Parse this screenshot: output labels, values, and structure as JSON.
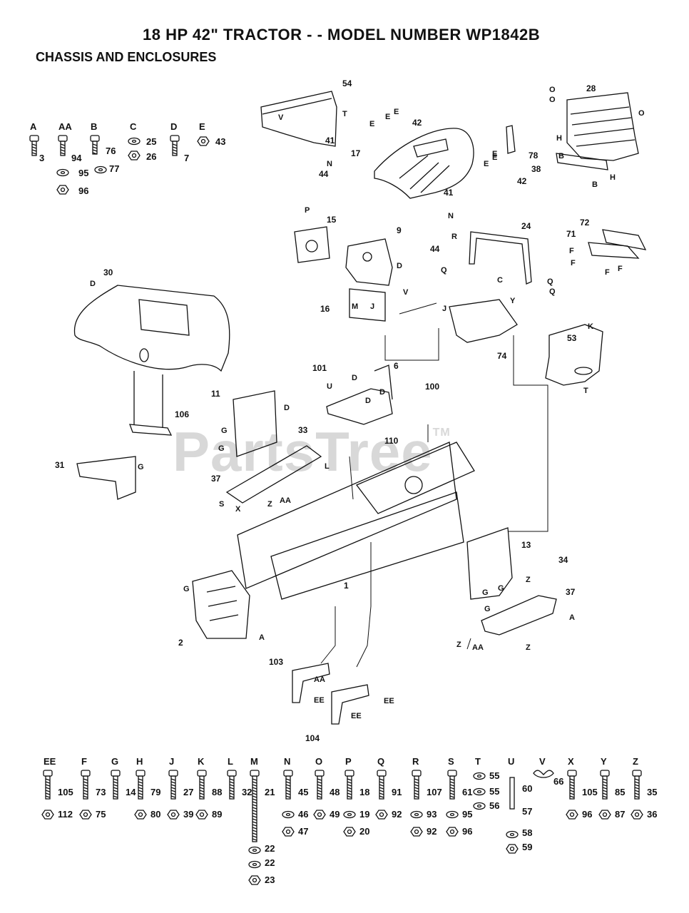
{
  "title": "18 HP 42\" TRACTOR - - MODEL NUMBER  WP1842B",
  "subtitle": "CHASSIS AND ENCLOSURES",
  "watermark": "PartsTree",
  "watermark_tm": "TM",
  "hardware_top": [
    {
      "letter": "A",
      "parts": [
        "3"
      ]
    },
    {
      "letter": "AA",
      "parts": [
        "94",
        "95",
        "96"
      ]
    },
    {
      "letter": "B",
      "parts": [
        "76",
        "77"
      ]
    },
    {
      "letter": "C",
      "parts": [
        "25",
        "26"
      ]
    },
    {
      "letter": "D",
      "parts": [
        "7"
      ]
    },
    {
      "letter": "E",
      "parts": [
        "43"
      ]
    }
  ],
  "hardware_bottom": [
    {
      "letter": "EE",
      "parts": [
        "105",
        "112"
      ]
    },
    {
      "letter": "F",
      "parts": [
        "73",
        "75"
      ]
    },
    {
      "letter": "G",
      "parts": [
        "14"
      ]
    },
    {
      "letter": "H",
      "parts": [
        "79",
        "80"
      ]
    },
    {
      "letter": "J",
      "parts": [
        "27",
        "39"
      ]
    },
    {
      "letter": "K",
      "parts": [
        "88",
        "89"
      ]
    },
    {
      "letter": "L",
      "parts": [
        "32"
      ]
    },
    {
      "letter": "M",
      "parts": [
        "21",
        "22",
        "22",
        "23"
      ]
    },
    {
      "letter": "N",
      "parts": [
        "45",
        "46",
        "47"
      ]
    },
    {
      "letter": "O",
      "parts": [
        "48",
        "49"
      ]
    },
    {
      "letter": "P",
      "parts": [
        "18",
        "19",
        "20"
      ]
    },
    {
      "letter": "Q",
      "parts": [
        "91",
        "92"
      ]
    },
    {
      "letter": "R",
      "parts": [
        "107",
        "93",
        "92"
      ]
    },
    {
      "letter": "S",
      "parts": [
        "61",
        "95",
        "96"
      ]
    },
    {
      "letter": "T",
      "parts": [
        "55",
        "55",
        "56"
      ]
    },
    {
      "letter": "U",
      "parts": [
        "60",
        "57",
        "58",
        "59"
      ]
    },
    {
      "letter": "V",
      "parts": [
        "66"
      ]
    },
    {
      "letter": "X",
      "parts": [
        "105",
        "96"
      ]
    },
    {
      "letter": "Y",
      "parts": [
        "85",
        "87"
      ]
    },
    {
      "letter": "Z",
      "parts": [
        "35",
        "36"
      ]
    }
  ],
  "callouts": [
    "54",
    "42",
    "41",
    "17",
    "44",
    "28",
    "78",
    "42",
    "38",
    "41",
    "44",
    "15",
    "9",
    "24",
    "72",
    "71",
    "30",
    "16",
    "74",
    "53",
    "101",
    "6",
    "100",
    "11",
    "106",
    "33",
    "110",
    "31",
    "37",
    "13",
    "34",
    "37",
    "1",
    "2",
    "103",
    "104"
  ],
  "letter_labels": [
    "V",
    "T",
    "E",
    "E",
    "E",
    "N",
    "O",
    "O",
    "O",
    "H",
    "H",
    "B",
    "B",
    "E",
    "E",
    "E",
    "N",
    "P",
    "R",
    "Q",
    "Q",
    "Q",
    "F",
    "F",
    "F",
    "F",
    "C",
    "D",
    "D",
    "V",
    "M",
    "J",
    "J",
    "Y",
    "K",
    "T",
    "U",
    "D",
    "D",
    "D",
    "D",
    "G",
    "G",
    "G",
    "L",
    "Z",
    "X",
    "S",
    "AA",
    "Z",
    "G",
    "G",
    "G",
    "G",
    "A",
    "A",
    "Z",
    "Z",
    "AA",
    "AA",
    "EE",
    "EE",
    "EE"
  ]
}
